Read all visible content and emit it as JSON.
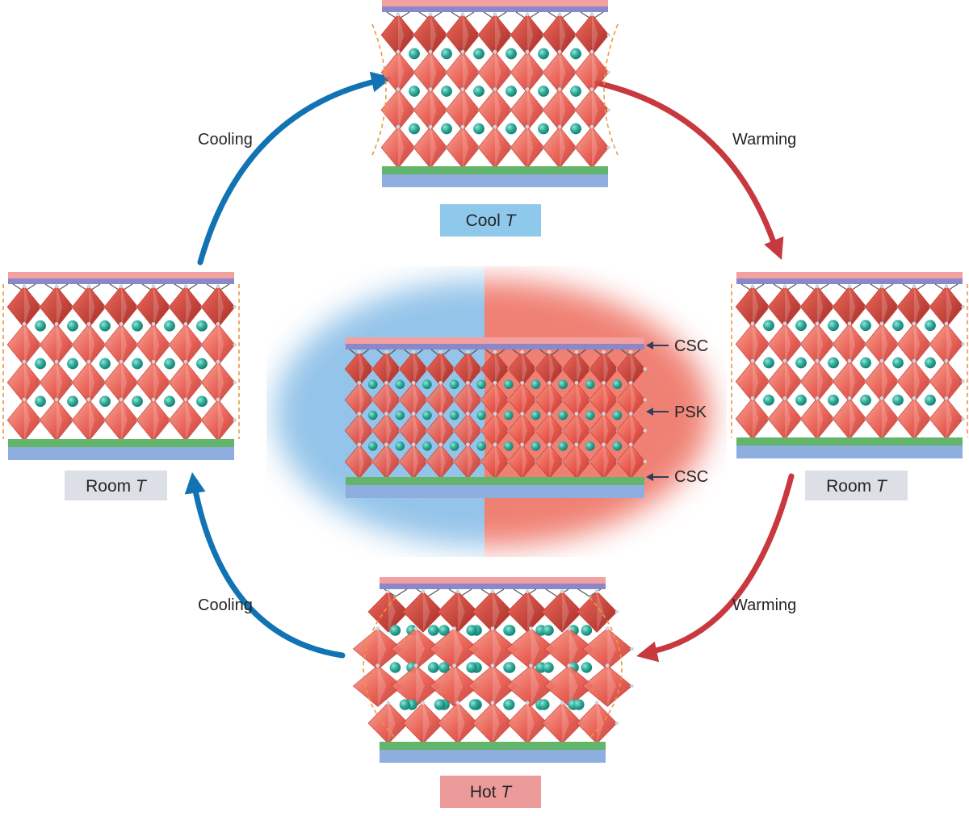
{
  "labels": {
    "cool": {
      "text": "Cool",
      "var": "T",
      "color": "#8ec9ec"
    },
    "room_left": {
      "text": "Room",
      "var": "T",
      "color": "#dcdfe5"
    },
    "room_right": {
      "text": "Room",
      "var": "T",
      "color": "#dcdfe5"
    },
    "hot": {
      "text": "Hot",
      "var": "T",
      "color": "#ec9a9a"
    }
  },
  "arrows": {
    "top_left": "Cooling",
    "top_right": "Warming",
    "bottom_left": "Cooling",
    "bottom_right": "Warming"
  },
  "layers": {
    "top": "CSC",
    "middle": "PSK",
    "bottom": "CSC"
  },
  "colors": {
    "cooling": "#1173b4",
    "warming": "#c8393f",
    "octahedron": "#e8564a",
    "ion": "#2fae9c",
    "csc_top_pink": "#f2a0a0",
    "csc_top_purple": "#8b87c9",
    "csc_bottom_green": "#62b56a",
    "substrate_blue": "#8eaee0",
    "halo_blue": "#8fc1e8",
    "halo_red": "#ef7a6d",
    "strain_dash": "#f0963d"
  }
}
